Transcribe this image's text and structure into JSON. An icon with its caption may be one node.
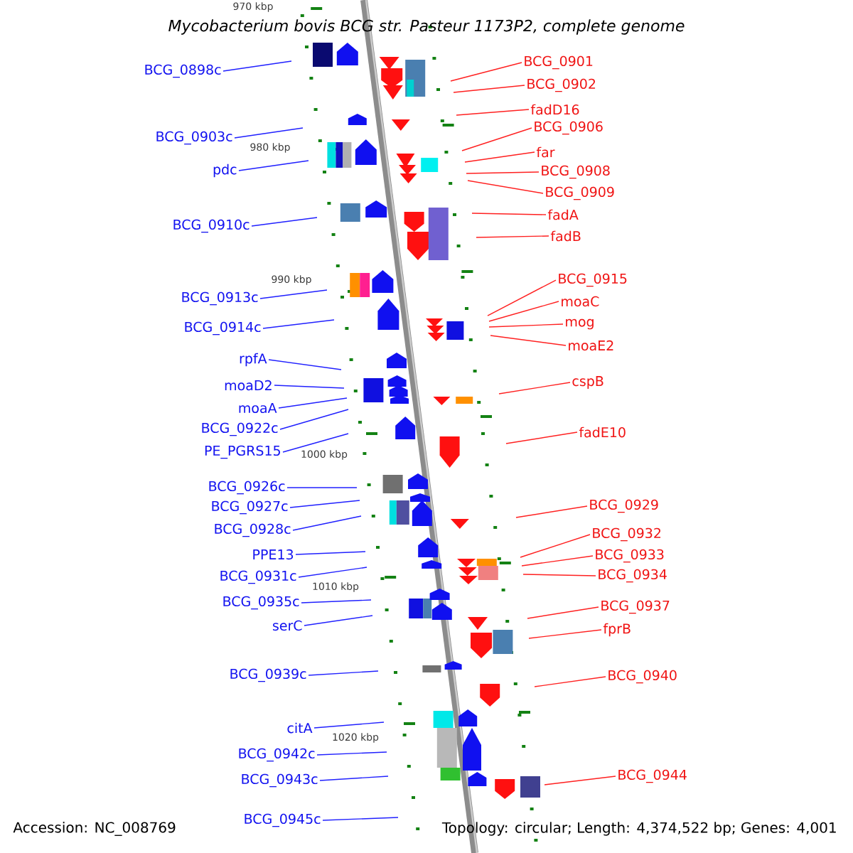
{
  "diagram": {
    "title": "Mycobacterium bovis BCG str. Pasteur 1173P2, complete genome",
    "nodes": [
      {
        "text": [
          "BCG_0898c"
        ]
      },
      {
        "text": [
          "BCG_0903c"
        ]
      },
      {
        "text": [
          "pdc"
        ]
      },
      {
        "text": [
          "BCG_0910c"
        ]
      },
      {
        "text": [
          "BCG_0913c"
        ]
      },
      {
        "text": [
          "BCG_0914c"
        ]
      },
      {
        "text": [
          "rpfA"
        ]
      },
      {
        "text": [
          "moaD2"
        ]
      },
      {
        "text": [
          "moaA"
        ]
      },
      {
        "text": [
          "BCG_0922c"
        ]
      },
      {
        "text": [
          "PE_PGRS15"
        ]
      },
      {
        "text": [
          "BCG_0926c"
        ]
      },
      {
        "text": [
          "BCG_0927c"
        ]
      },
      {
        "text": [
          "BCG_0928c"
        ]
      },
      {
        "text": [
          "PPE13"
        ]
      },
      {
        "text": [
          "BCG_0931c"
        ]
      },
      {
        "text": [
          "BCG_0935c"
        ]
      },
      {
        "text": [
          "serC"
        ]
      },
      {
        "text": [
          "BCG_0939c"
        ]
      },
      {
        "text": [
          "citA"
        ]
      },
      {
        "text": [
          "BCG_0942c"
        ]
      },
      {
        "text": [
          "BCG_0943c"
        ]
      },
      {
        "text": [
          "BCG_0945c"
        ]
      },
      {
        "text": [
          "BCG_0901"
        ]
      },
      {
        "text": [
          "BCG_0902"
        ]
      },
      {
        "text": [
          "fadD16"
        ]
      },
      {
        "text": [
          "BCG_0906"
        ]
      },
      {
        "text": [
          "far"
        ]
      },
      {
        "text": [
          "BCG_0908"
        ]
      },
      {
        "text": [
          "BCG_0909"
        ]
      },
      {
        "text": [
          "fadA"
        ]
      },
      {
        "text": [
          "fadB"
        ]
      },
      {
        "text": [
          "BCG_0915"
        ]
      },
      {
        "text": [
          "moaC"
        ]
      },
      {
        "text": [
          "mog"
        ]
      },
      {
        "text": [
          "moaE2"
        ]
      },
      {
        "text": [
          "cspB"
        ]
      },
      {
        "text": [
          "fadE10"
        ]
      },
      {
        "text": [
          "BCG_0929"
        ]
      },
      {
        "text": [
          "BCG_0932"
        ]
      },
      {
        "text": [
          "BCG_0933"
        ]
      },
      {
        "text": [
          "BCG_0934"
        ]
      },
      {
        "text": [
          "BCG_0937"
        ]
      },
      {
        "text": [
          "fprB"
        ]
      },
      {
        "text": [
          "BCG_0940"
        ]
      },
      {
        "text": [
          "BCG_0944"
        ]
      }
    ],
    "edges": [
      {
        "from": 0,
        "to": null,
        "arrow": "none",
        "color": "#2020ff"
      },
      {
        "from": 1,
        "to": null,
        "arrow": "none",
        "color": "#2020ff"
      },
      {
        "from": 2,
        "to": null,
        "arrow": "none",
        "color": "#2020ff"
      },
      {
        "from": 3,
        "to": null,
        "arrow": "none",
        "color": "#2020ff"
      },
      {
        "from": 4,
        "to": null,
        "arrow": "none",
        "color": "#2020ff"
      },
      {
        "from": 5,
        "to": null,
        "arrow": "none",
        "color": "#2020ff"
      },
      {
        "from": 6,
        "to": null,
        "arrow": "none",
        "color": "#2020ff"
      },
      {
        "from": 7,
        "to": null,
        "arrow": "none",
        "color": "#2020ff"
      },
      {
        "from": 8,
        "to": null,
        "arrow": "none",
        "color": "#2020ff"
      },
      {
        "from": 9,
        "to": null,
        "arrow": "none",
        "color": "#2020ff"
      },
      {
        "from": 10,
        "to": null,
        "arrow": "none",
        "color": "#2020ff"
      },
      {
        "from": 11,
        "to": null,
        "arrow": "none",
        "color": "#2020ff"
      },
      {
        "from": 12,
        "to": null,
        "arrow": "none",
        "color": "#2020ff"
      },
      {
        "from": 13,
        "to": null,
        "arrow": "none",
        "color": "#2020ff"
      },
      {
        "from": 14,
        "to": null,
        "arrow": "none",
        "color": "#2020ff"
      },
      {
        "from": 15,
        "to": null,
        "arrow": "none",
        "color": "#2020ff"
      },
      {
        "from": 16,
        "to": null,
        "arrow": "none",
        "color": "#2020ff"
      },
      {
        "from": 17,
        "to": null,
        "arrow": "none",
        "color": "#2020ff"
      },
      {
        "from": 18,
        "to": null,
        "arrow": "none",
        "color": "#2020ff"
      },
      {
        "from": 19,
        "to": null,
        "arrow": "none",
        "color": "#2020ff"
      },
      {
        "from": 20,
        "to": null,
        "arrow": "none",
        "color": "#2020ff"
      },
      {
        "from": 21,
        "to": null,
        "arrow": "none",
        "color": "#2020ff"
      },
      {
        "from": 22,
        "to": null,
        "arrow": "none",
        "color": "#2020ff"
      },
      {
        "from": 23,
        "to": null,
        "arrow": "none",
        "color": "#ff2020"
      },
      {
        "from": 24,
        "to": null,
        "arrow": "none",
        "color": "#ff2020"
      },
      {
        "from": 25,
        "to": null,
        "arrow": "none",
        "color": "#ff2020"
      },
      {
        "from": 26,
        "to": null,
        "arrow": "none",
        "color": "#ff2020"
      },
      {
        "from": 27,
        "to": null,
        "arrow": "none",
        "color": "#ff2020"
      },
      {
        "from": 28,
        "to": null,
        "arrow": "none",
        "color": "#ff2020"
      },
      {
        "from": 29,
        "to": null,
        "arrow": "none",
        "color": "#ff2020"
      },
      {
        "from": 30,
        "to": null,
        "arrow": "none",
        "color": "#ff2020"
      },
      {
        "from": 31,
        "to": null,
        "arrow": "none",
        "color": "#ff2020"
      },
      {
        "from": 32,
        "to": null,
        "arrow": "none",
        "color": "#ff2020"
      },
      {
        "from": 33,
        "to": null,
        "arrow": "none",
        "color": "#ff2020"
      },
      {
        "from": 34,
        "to": null,
        "arrow": "none",
        "color": "#ff2020"
      },
      {
        "from": 35,
        "to": null,
        "arrow": "none",
        "color": "#ff2020"
      },
      {
        "from": 36,
        "to": null,
        "arrow": "none",
        "color": "#ff2020"
      },
      {
        "from": 37,
        "to": null,
        "arrow": "none",
        "color": "#ff2020"
      },
      {
        "from": 38,
        "to": null,
        "arrow": "none",
        "color": "#ff2020"
      },
      {
        "from": 39,
        "to": null,
        "arrow": "none",
        "color": "#ff2020"
      },
      {
        "from": 40,
        "to": null,
        "arrow": "none",
        "color": "#ff2020"
      },
      {
        "from": 41,
        "to": null,
        "arrow": "none",
        "color": "#ff2020"
      },
      {
        "from": 42,
        "to": null,
        "arrow": "none",
        "color": "#ff2020"
      },
      {
        "from": 43,
        "to": null,
        "arrow": "none",
        "color": "#ff2020"
      },
      {
        "from": 44,
        "to": null,
        "arrow": "none",
        "color": "#ff2020"
      },
      {
        "from": 45,
        "to": null,
        "arrow": "none",
        "color": "#ff2020"
      }
    ],
    "labels": [
      "970 kbp",
      "980 kbp",
      "990 kbp",
      "1000 kbp",
      "1010 kbp",
      "1020 kbp",
      "Accession: NC_008769",
      "Topology: circular; Length: 4,374,522 bp; Genes: 4,001"
    ]
  }
}
